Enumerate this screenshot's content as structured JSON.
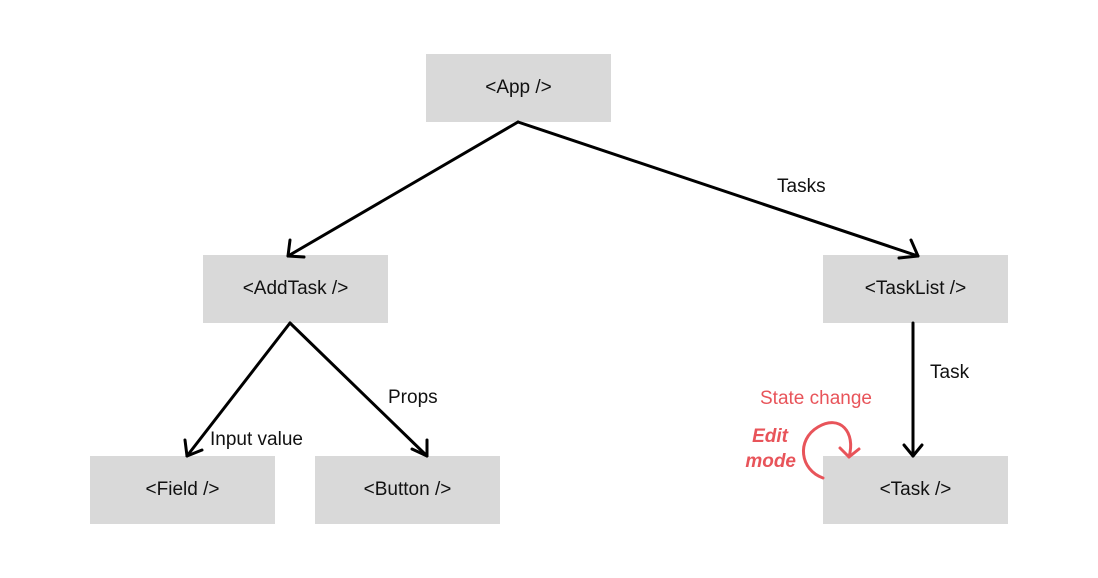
{
  "nodes": {
    "app": "<App />",
    "addtask": "<AddTask />",
    "tasklist": "<TaskList />",
    "field": "<Field />",
    "button": "<Button />",
    "task": "<Task />"
  },
  "edge_labels": {
    "tasks": "Tasks",
    "props": "Props",
    "input_value": "Input value",
    "task": "Task"
  },
  "annotation": {
    "state_change": "State change",
    "edit": "Edit",
    "mode": "mode"
  },
  "colors": {
    "node_fill": "#d9d9d9",
    "edge": "#000000",
    "annotation": "#e8545a"
  }
}
